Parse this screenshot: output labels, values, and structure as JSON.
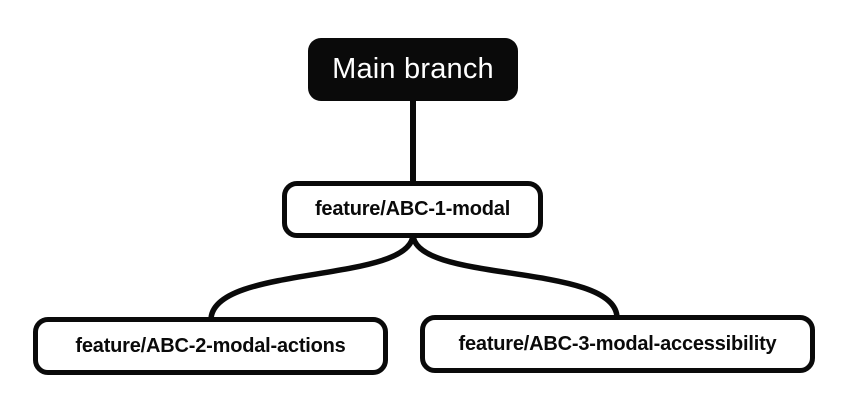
{
  "diagram": {
    "type": "branch-tree",
    "colors": {
      "background": "#ffffff",
      "node_dark_fill": "#0a0a0a",
      "node_dark_text": "#ffffff",
      "node_light_fill": "#ffffff",
      "node_light_border": "#0a0a0a",
      "edge_stroke": "#0a0a0a"
    },
    "nodes": {
      "root": {
        "label": "Main branch",
        "style": "dark"
      },
      "abc1": {
        "label": "feature/ABC-1-modal",
        "style": "light"
      },
      "abc2": {
        "label": "feature/ABC-2-modal-actions",
        "style": "light"
      },
      "abc3": {
        "label": "feature/ABC-3-modal-accessibility",
        "style": "light"
      }
    },
    "edges": [
      {
        "from": "Main branch",
        "to": "feature/ABC-1-modal",
        "shape": "straight"
      },
      {
        "from": "feature/ABC-1-modal",
        "to": "feature/ABC-2-modal-actions",
        "shape": "curve"
      },
      {
        "from": "feature/ABC-1-modal",
        "to": "feature/ABC-3-modal-accessibility",
        "shape": "curve"
      }
    ]
  }
}
